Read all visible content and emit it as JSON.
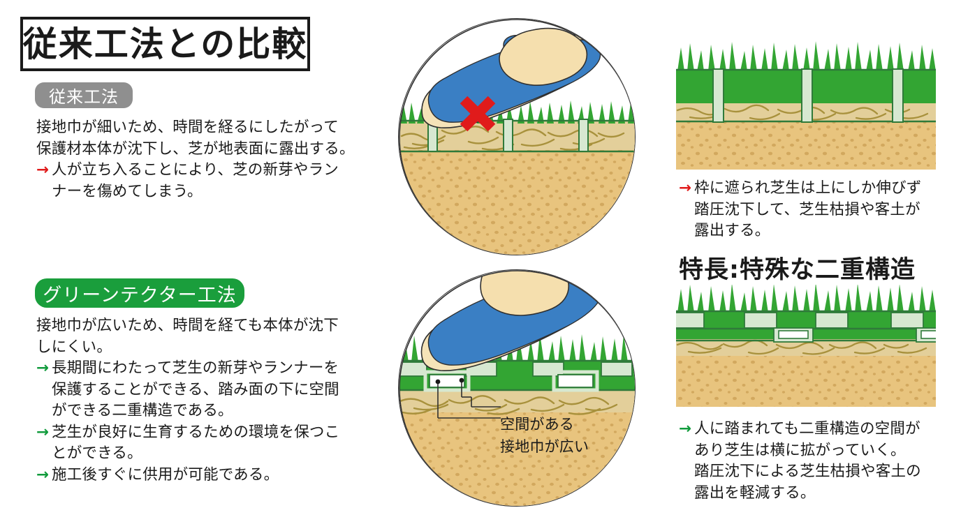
{
  "header": {
    "title": "従来工法との比較"
  },
  "left": {
    "conventional": {
      "badge": "従来工法",
      "badge_color": "#8f8f8f",
      "lines": [
        {
          "text": "接地巾が細いため、時間を経るにしたがって",
          "arrow": "",
          "indent": false
        },
        {
          "text": "保護材本体が沈下し、芝が地表面に露出する。",
          "arrow": "",
          "indent": false
        },
        {
          "text": "人が立ち入ることにより、芝の新芽やラン",
          "arrow": "→",
          "arrow_color": "red",
          "indent": true
        },
        {
          "text": "ナーを傷めてしまう。",
          "arrow": "",
          "indent": true
        }
      ]
    },
    "greentector": {
      "badge": "グリーンテクター工法",
      "badge_color": "#1a9e3c",
      "lines": [
        {
          "text": "接地巾が広いため、時間を経ても本体が沈下",
          "arrow": "",
          "indent": false
        },
        {
          "text": "しにくい。",
          "arrow": "",
          "indent": false
        },
        {
          "text": "長期間にわたって芝生の新芽やランナーを",
          "arrow": "→",
          "arrow_color": "green",
          "indent": true
        },
        {
          "text": "保護することができる、踏み面の下に空間",
          "arrow": "",
          "indent": true
        },
        {
          "text": "ができる二重構造である。",
          "arrow": "",
          "indent": true
        },
        {
          "text": "芝生が良好に生育するための環境を保つこ",
          "arrow": "→",
          "arrow_color": "green",
          "indent": true
        },
        {
          "text": "とができる。",
          "arrow": "",
          "indent": true
        },
        {
          "text": "施工後すぐに供用が可能である。",
          "arrow": "→",
          "arrow_color": "green",
          "indent": true
        }
      ]
    }
  },
  "center": {
    "top_illustration": {
      "name": "conventional-shoe-on-turf",
      "mark": "✕",
      "mark_color": "#e01b1b",
      "shoe_color": "#3a7fc4",
      "sole_color": "#f5e3b8"
    },
    "bottom_illustration": {
      "name": "greentector-shoe-on-turf",
      "shoe_color": "#3a7fc4",
      "sole_color": "#f5e3b8"
    },
    "callouts": [
      {
        "label": "空間がある"
      },
      {
        "label": "接地巾が広い"
      }
    ]
  },
  "right": {
    "top_caption": {
      "lines": [
        {
          "text": "枠に遮られ芝生は上にしか伸びず",
          "arrow": "→",
          "arrow_color": "red",
          "indent": true
        },
        {
          "text": "踏圧沈下して、芝生枯損や客土が",
          "arrow": "",
          "indent": true
        },
        {
          "text": "露出する。",
          "arrow": "",
          "indent": true
        }
      ]
    },
    "heading": "特長:特殊な二重構造",
    "bottom_caption": {
      "lines": [
        {
          "text": "人に踏まれても二重構造の空間が",
          "arrow": "→",
          "arrow_color": "green",
          "indent": true
        },
        {
          "text": "あり芝生は横に拡がっていく。",
          "arrow": "",
          "indent": true
        },
        {
          "text": "踏圧沈下による芝生枯損や客土の",
          "arrow": "",
          "indent": true
        },
        {
          "text": "露出を軽減する。",
          "arrow": "",
          "indent": true
        }
      ]
    }
  },
  "palette": {
    "grass_green": "#33a533",
    "protector_pale": "#d7e8d1",
    "protector_border": "#2f7a3a",
    "sand": "#e8c47e",
    "sand_speck": "#d2a85e",
    "root": "#a8913c",
    "root_zone": "#e3cf9a",
    "red": "#e01b1b",
    "green": "#119b3c",
    "outline": "#2f2f2f"
  }
}
